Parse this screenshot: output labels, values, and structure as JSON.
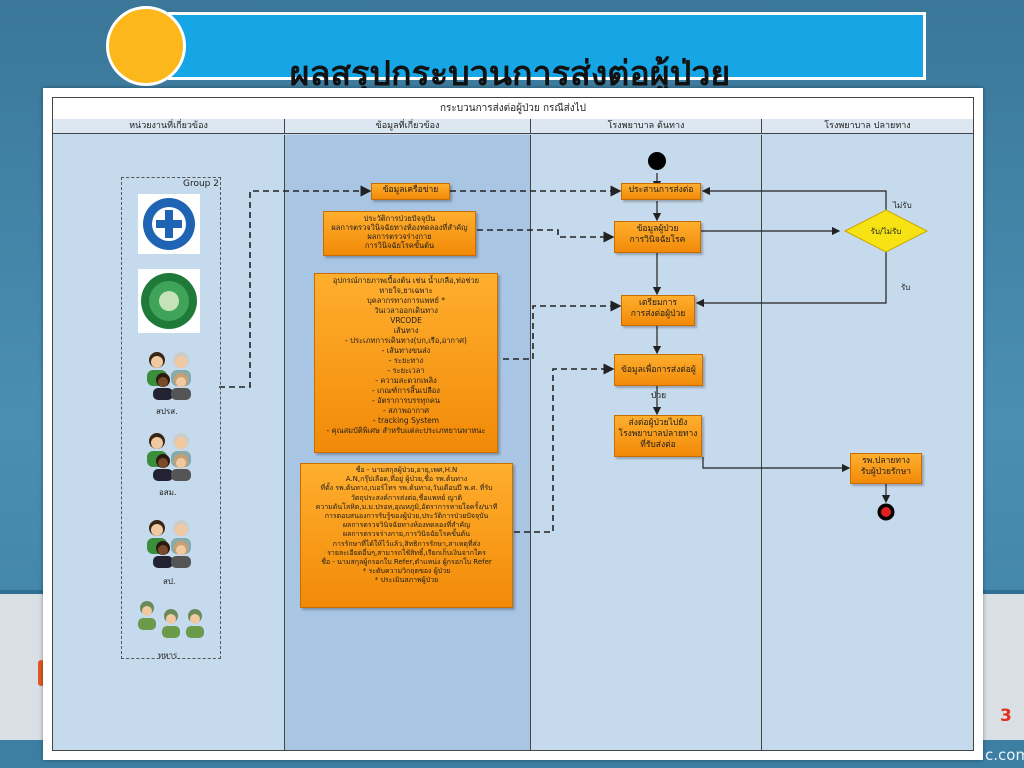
{
  "slide": {
    "title": "ผลสรุปกระบวนการส่งต่อผู้ป่วย",
    "page_number": "3",
    "corner_text": "c.com",
    "colors": {
      "title_box": "#16a6e6",
      "circle": "#fcb81a",
      "task_box": "#f28a08",
      "decision": "#f7e313"
    }
  },
  "diagram": {
    "title": "กระบวนการส่งต่อผู้ป่วย กรณีส่งไป",
    "lanes": [
      "หน่วยงานที่เกี่ยวข้อง",
      "ข้อมูลที่เกี่ยวข้อง",
      "โรงพยาบาล ต้นทาง",
      "โรงพยาบาล ปลายทาง"
    ],
    "group_label": "Group 2",
    "stakeholders": [
      {
        "label": "",
        "icon": "ems-logo-icon"
      },
      {
        "label": "",
        "icon": "ministry-seal-icon"
      },
      {
        "label": "สปรส.",
        "icon": "people-group-icon"
      },
      {
        "label": "อสม.",
        "icon": "people-group-icon"
      },
      {
        "label": "สป.",
        "icon": "people-group-icon"
      },
      {
        "label": "ทหาร",
        "icon": "soldiers-icon"
      }
    ],
    "data_boxes": {
      "network_info": "ข้อมูลเครือข่าย",
      "patient_history": "ประวัติการป่วยปัจจุบัน\nผลการตรวจวินิจฉัยทางห้องทดลองที่สำคัญ\nผลการตรวจร่างกาย\nการวินิจฉัยโรคขั้นต้น",
      "equipment": "อุปกรณ์กายภาพเบื้องต้น เช่น น้ำเกลือ,ท่อช่วยหายใจ,ยาเฉพาะ\nบุคลากรทางการแพทย์ *\nวันเวลาออกเดินทาง\nVRCODE\nเส้นทาง\n- ประเภทการเดินทาง(บก,เรือ,อากาศ)\n- เส้นทางขนส่ง\n- ระยะทาง\n- ระยะเวลา\n- ความสะดวกเพลิง\n- เกณฑ์การสิ้นเปลือง\n- อัตราการบรรทุกคน\n- สภาพอากาศ\n- tracking System\n- คุณสมบัติพิเศษ สำหรับแต่ละประเภทยานพาหนะ",
      "referral_form": "ชื่อ - นามสกุลผู้ป่วย,อายุ,เพศ,H.N\nA.N,กรุ๊ปเลือด,ที่อยู่ ผู้ป่วย,ชื่อ รพ.ต้นทาง\nที่ตั้ง รพ.ต้นทาง,เบอร์โทร รพ.ต้นทาง,วันเดือนปี พ.ศ. ที่รับ\nวัตถุประสงค์การส่งต่อ,ชื่อแพทย์ ญาติ\nความดันโลหิต,ม.ม.ปรอท,อุณหภูมิ,อัตราการหายใจครั้ง/นาที\nการตอบสนองการรับรู้ของผู้ป่วย,ประวัติการป่วยปัจจุบัน\nผลการตรวจวินิจฉัยทางห้องทดลองที่สำคัญ\nผลการตรวจร่างกาย,การวินิจฉัยโรคขั้นต้น\nการรักษาที่ได้ให้ไว้แล้ว,สิทธิการรักษา,สาเหตุที่ส่ง\nรายละเอียดอื่นๆ,สามารถใช้สิทธิ์,เรียกเก็บเงินจากใคร\nชื่อ - นามสกุลผู้กรอกใบ Refer,ตำแหน่ง ผู้กรอกใบ Refer\n* ระดับความวิกฤตของ ผู้ป่วย\n* ประเมินสภาพผู้ป่วย"
    },
    "flow_boxes": {
      "coordinate": "ประสานการส่งต่อ",
      "patient_data": "ข้อมูลผู้ป่วย\nการวินิจฉัยโรค",
      "prepare": "เตรียมการ\nการส่งต่อผู้ป่วย",
      "refer_data": "ข้อมูลเพื่อการส่งต่อผู้ป่วย",
      "send": "ส่งต่อผู้ป่วยไปยัง\nโรงพยาบาลปลายทาง\nที่รับส่งต่อ",
      "destination": "รพ.ปลายทาง\nรับผู้ป่วยรักษา"
    },
    "decision": {
      "label": "รับ/ไม่รับ",
      "no_label": "ไม่รับ",
      "yes_label": "รับ"
    }
  }
}
